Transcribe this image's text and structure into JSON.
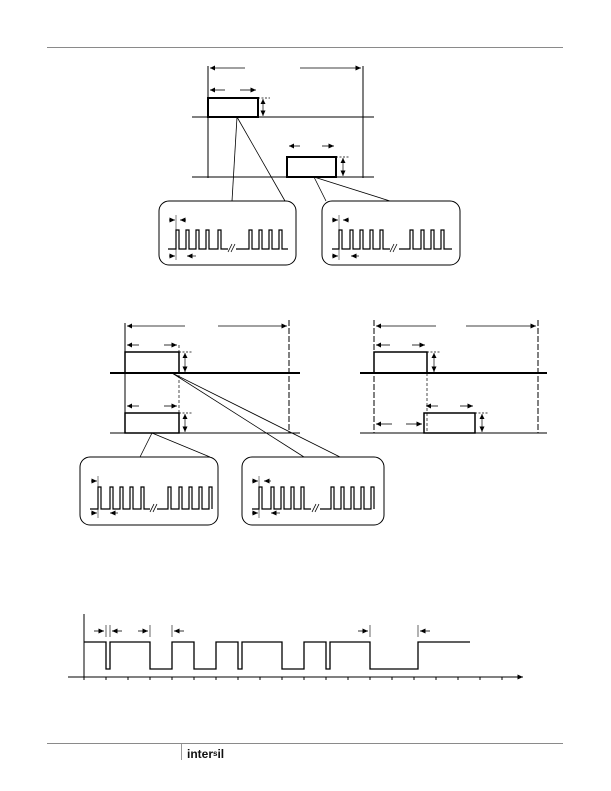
{
  "document": {
    "footer": {
      "brand": "intersil",
      "brand_parts": [
        "inter",
        "s",
        "il"
      ]
    }
  }
}
